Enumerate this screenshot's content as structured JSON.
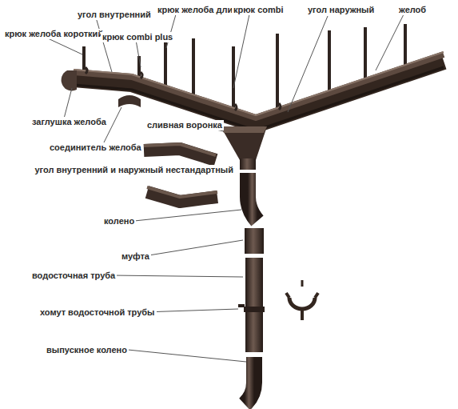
{
  "diagram": {
    "labels": [
      "угол внутренний",
      "крюк желоба длинный",
      "крюк combi",
      "угол наружный",
      "желоб",
      "крюк желоба короткий",
      "крюк combi plus",
      "заглушка желоба",
      "сливная воронка",
      "соединитель желоба",
      "угол внутренний и наружный нестандартный",
      "колено",
      "муфта",
      "водосточная труба",
      "хомут водосточной трубы",
      "выпускное колено"
    ]
  }
}
